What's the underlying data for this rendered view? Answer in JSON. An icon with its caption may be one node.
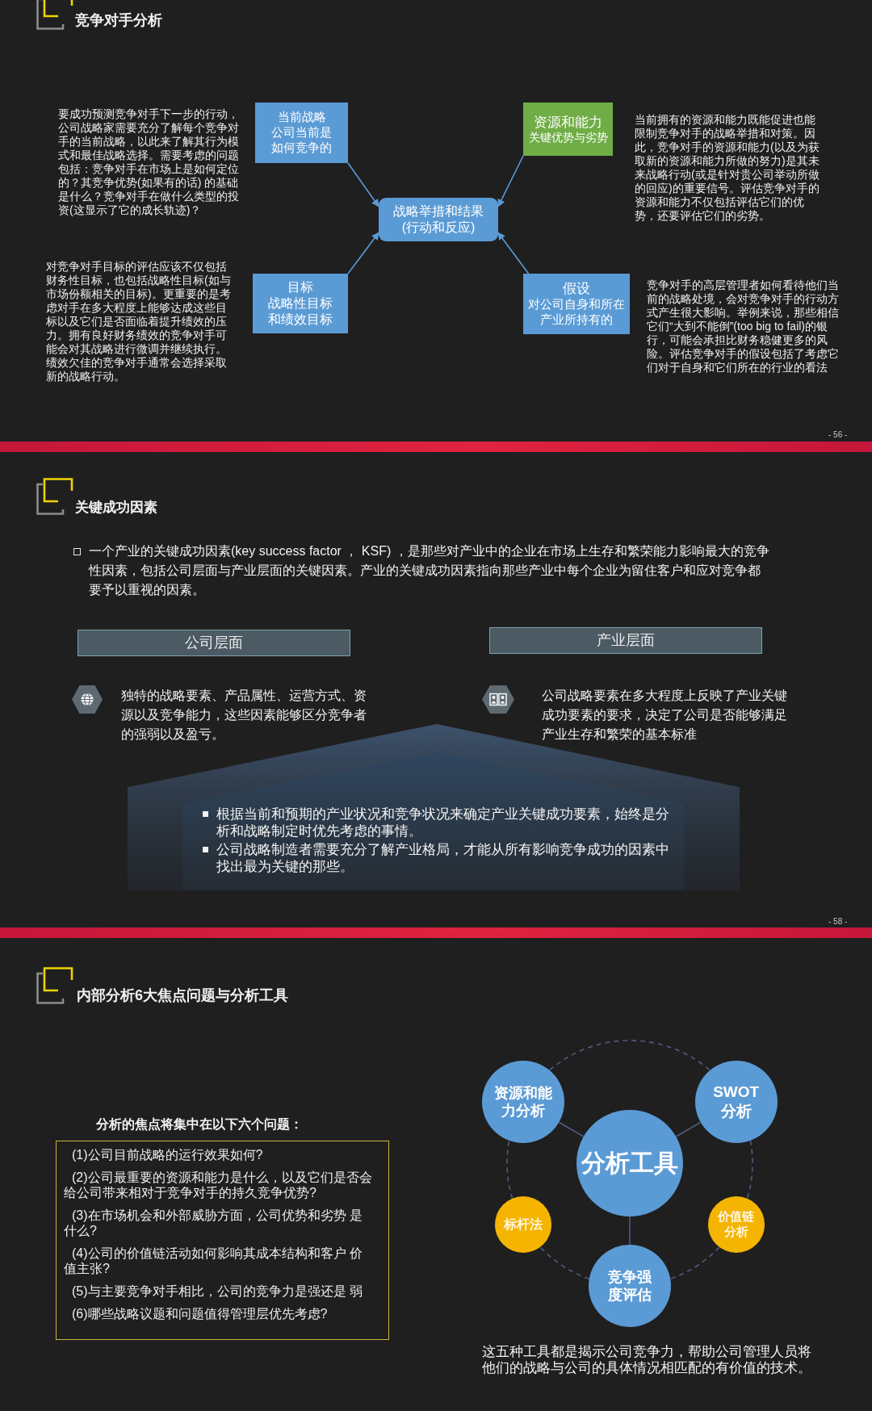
{
  "diagram": {
    "nodes": [
      {
        "text": [
          "当前战略",
          "公司当前是如何竞争的"
        ],
        "beside": [
          "要成功预测竞争对手下一步的行动，公司战略家需要充分了解每个竞争对手的当前战略，以此来了解其行为模式和最佳战略选择。需要考虑的问题包括：竞争对手在市场上是如何定位的？其竞争优势(如果有的话) 的基础是什么？竞争对手在做什么类型的投资(这显示了它的成长轨迹)？"
        ]
      },
      {
        "text": [
          "资源和能力",
          "关键优势与劣势"
        ],
        "beside": [
          "当前拥有的资源和能力既能促进也能限制竞争对手的战略举措和对策。因此，竞争对手的资源和能力(以及为获取新的资源和能力所做的努力)是其未来战略行动(或是针对贵公司举动所做的回应)的重要信号。评估竞争对手的资源和能力不仅包括评估它们的优势，还要评估它们的劣势。"
        ]
      },
      {
        "text": [
          "战略举措和结果 (行动和反应)"
        ]
      },
      {
        "text": [
          "目标",
          "战略性目标和绩效目标"
        ],
        "beside": [
          "对竞争对手目标的评估应该不仅包括财务性目标，也包括战略性目标(如与市场份额相关的目标)。更重要的是考虑对手在多大程度上能够达成这些目标以及它们是否面临着提升绩效的压力。拥有良好财务绩效的竞争对手可能会对其战略进行微调并继续执行。绩效欠佳的竞争对手通常会选择采取新的战略行动。"
        ]
      },
      {
        "text": [
          "假设",
          "对公司自身和所在产业所持有的"
        ],
        "beside": [
          "竞争对手的高层管理者如何看待他们当前的战略处境，会对竞争对手的行动方式产生很大影响。举例来说，那些相信它们“大到不能倒”(too big to fail)的银行，可能会承担比财务稳健更多的风险。评估竞争对手的假设包括了考虑它们对于自身和它们所在的行业的看法"
        ]
      },
      {
        "text": [
          "公司层面"
        ]
      },
      {
        "text": [
          "产业层面"
        ]
      },
      {
        "text": [
          "根据当前和预期的产业状况和竞争状况来确定产业关键成功要素，始终是分析和战略制定时优先考虑的事情。",
          "公司战略制造者需要充分了解产业格局，才能从所有影响竞争成功的因素中找出最为关键的那些。"
        ]
      },
      {
        "text": [
          "分析的焦点将集中在以下六个问题：",
          "(1)公司目前战略的运行效果如何?",
          "(2)公司最重要的资源和能力是什么，以及它们是否会给公司带来相对于竞争对手的持久竞争优势?",
          "(3)在市场机会和外部威胁方面，公司优势和劣势 是什么?",
          "(4)公司的价值链活动如何影响其成本结构和客户 价值主张?",
          "(5)与主要竞争对手相比，公司的竞争力是强还是 弱",
          "(6)哪些战略议题和问题值得管理层优先考虑?"
        ]
      },
      {
        "text": [
          "分析工具"
        ]
      },
      {
        "text": [
          "资源和能力分析"
        ]
      },
      {
        "text": [
          "SWOT分析"
        ]
      },
      {
        "text": [
          "标杆法"
        ]
      },
      {
        "text": [
          "价值链分析"
        ]
      },
      {
        "text": [
          "竞争强度评估"
        ]
      }
    ],
    "edges": [
      {
        "from": 0,
        "to": 2,
        "arrow": "to",
        "color": "#5b9bd5"
      },
      {
        "from": 1,
        "to": 2,
        "arrow": "to",
        "color": "#5b9bd5"
      },
      {
        "from": 3,
        "to": 2,
        "arrow": "to",
        "color": "#5b9bd5"
      },
      {
        "from": 4,
        "to": 2,
        "arrow": "to",
        "color": "#5b9bd5"
      },
      {
        "from": 9,
        "to": 10,
        "arrow": "none"
      },
      {
        "from": 9,
        "to": 11,
        "arrow": "none"
      },
      {
        "from": 9,
        "to": 14,
        "arrow": "none"
      },
      {
        "from": 10,
        "to": 11,
        "arrow": "none",
        "style": "dashed"
      },
      {
        "from": 11,
        "to": 13,
        "arrow": "none",
        "style": "dashed"
      },
      {
        "from": 13,
        "to": 14,
        "arrow": "none",
        "style": "dashed"
      },
      {
        "from": 14,
        "to": 12,
        "arrow": "none",
        "style": "dashed"
      },
      {
        "from": 12,
        "to": 10,
        "arrow": "none",
        "style": "dashed"
      }
    ],
    "labels": [
      "竞争对手分析",
      "- 56 -",
      "关键成功因素",
      "一个产业的关键成功因素(key success factor ， KSF) ，是那些对产业中的企业在市场上生存和繁荣能力影响最大的竞争性因素，包括公司层面与产业层面的关键因素。产业的关键成功因素指向那些产业中每个企业为留住客户和应对竞争都要予以重视的因素。",
      "独特的战略要素、产品属性、运营方式、资源以及竞争能力，这些因素能够区分竞争者的强弱以及盈亏。",
      "公司战略要素在多大程度上反映了产业关键成功要素的要求，决定了公司是否能够满足产业生存和繁荣的基本标准",
      "- 58 -",
      "内部分析6大焦点问题与分析工具",
      "这五种工具都是揭示公司竞争力，帮助公司管理人员将他们的战略与公司的具体情况相匹配的有价值的技术。"
    ]
  }
}
